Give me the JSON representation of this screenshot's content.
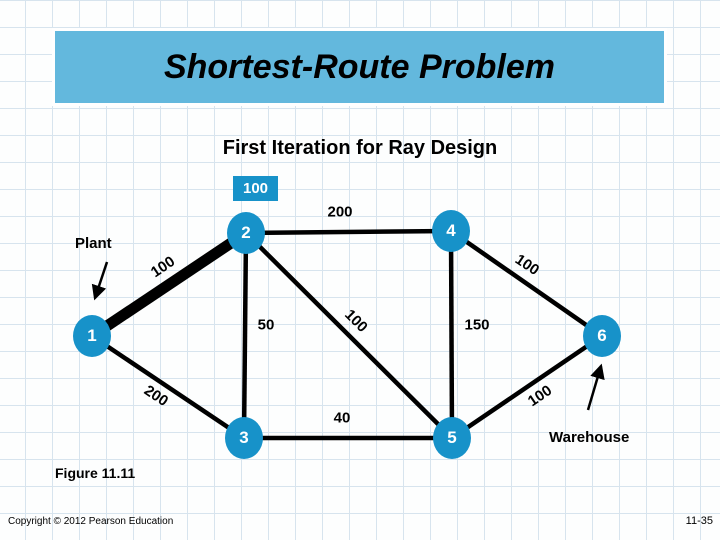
{
  "slide": {
    "title": "Shortest-Route Problem",
    "subtitle": "First Iteration for Ray Design",
    "figure_label": "Figure 11.11",
    "copyright": "Copyright © 2012 Pearson Education",
    "page_number": "11-35"
  },
  "colors": {
    "banner_blue": "#63b8dd",
    "node_blue": "#1792c9",
    "edge_black": "#000000",
    "grid_line": "#d7e4ee",
    "label_white": "#ffffff"
  },
  "diagram": {
    "plant_label": "Plant",
    "warehouse_label": "Warehouse",
    "iteration_badge": "100",
    "nodes": [
      {
        "id": 1,
        "label": "1"
      },
      {
        "id": 2,
        "label": "2"
      },
      {
        "id": 3,
        "label": "3"
      },
      {
        "id": 4,
        "label": "4"
      },
      {
        "id": 5,
        "label": "5"
      },
      {
        "id": 6,
        "label": "6"
      }
    ],
    "edges": [
      {
        "from": 1,
        "to": 2,
        "weight": 100,
        "highlighted": true
      },
      {
        "from": 1,
        "to": 3,
        "weight": 200,
        "highlighted": false
      },
      {
        "from": 2,
        "to": 3,
        "weight": 50,
        "highlighted": false
      },
      {
        "from": 2,
        "to": 4,
        "weight": 200,
        "highlighted": false
      },
      {
        "from": 2,
        "to": 5,
        "weight": 100,
        "highlighted": false
      },
      {
        "from": 3,
        "to": 5,
        "weight": 40,
        "highlighted": false
      },
      {
        "from": 4,
        "to": 5,
        "weight": 150,
        "highlighted": false
      },
      {
        "from": 4,
        "to": 6,
        "weight": 100,
        "highlighted": false
      },
      {
        "from": 5,
        "to": 6,
        "weight": 100,
        "highlighted": false
      }
    ]
  }
}
